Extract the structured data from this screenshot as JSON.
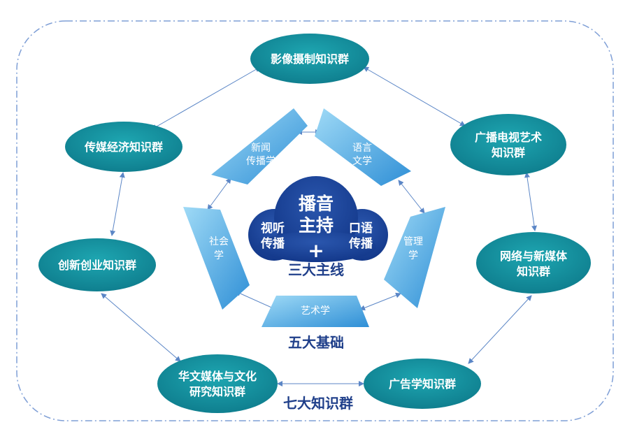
{
  "outer_clusters": {
    "top": "影像摄制知识群",
    "upper_right": [
      "广播电视艺术",
      "知识群"
    ],
    "right": [
      "网络与新媒体",
      "知识群"
    ],
    "lower_right": "广告学知识群",
    "lower_left": [
      "华文媒体与文化",
      "研究知识群"
    ],
    "left": "创新创业知识群",
    "upper_left": "传媒经济知识群"
  },
  "foundations": {
    "top_left": [
      "新闻",
      "传播学"
    ],
    "top_right": [
      "语言",
      "文学"
    ],
    "left": [
      "社会",
      "学"
    ],
    "right": [
      "管理",
      "学"
    ],
    "bottom": "艺术学"
  },
  "core": {
    "center": [
      "播音",
      "主持"
    ],
    "left": [
      "视听",
      "传播"
    ],
    "right": [
      "口语",
      "传播"
    ],
    "plus": "+"
  },
  "captions": {
    "main_lines": "三大主线",
    "foundations": "五大基础",
    "clusters": "七大知识群"
  },
  "colors": {
    "ellipse_dark": "#0f7f8f",
    "ellipse_light": "#1ea6b1",
    "foundation_light": "#7cc8ef",
    "foundation_dark": "#2f8fd6",
    "core_dark": "#13388a",
    "core_light": "#2a56ad",
    "caption": "#1f3f8a",
    "connector": "#5b86c6",
    "border": "#7f9fd6"
  }
}
